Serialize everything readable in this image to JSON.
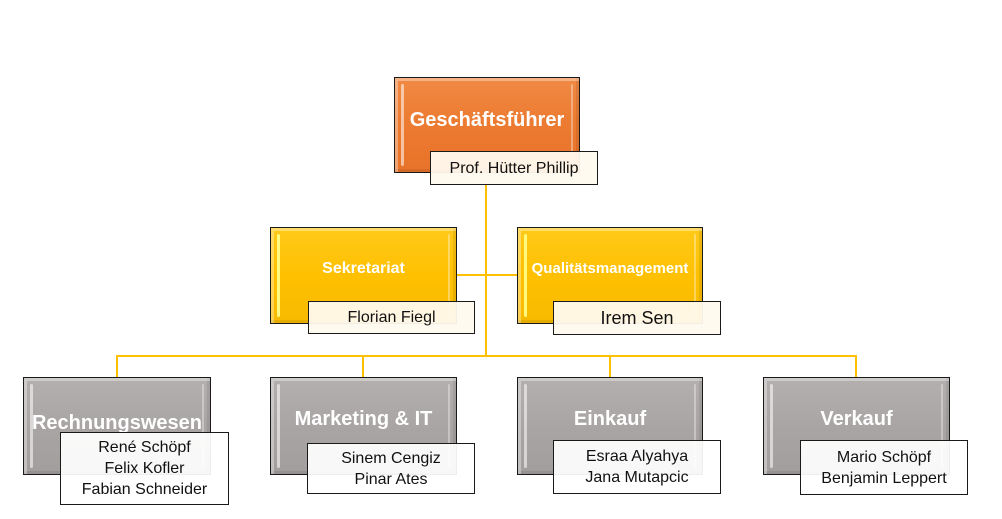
{
  "org_chart": {
    "colors": {
      "connector": "#FFC000",
      "executive": "#ED7D31",
      "staff": "#FFC000",
      "department": "#A9A5A4"
    },
    "ceo": {
      "title": "Geschäftsführer",
      "names": [
        "Prof. Hütter Phillip"
      ]
    },
    "staff": [
      {
        "title": "Sekretariat",
        "names": [
          "Florian Fiegl"
        ]
      },
      {
        "title": "Qualitätsmanagement",
        "names": [
          "Irem Sen"
        ]
      }
    ],
    "departments": [
      {
        "title": "Rechnungswesen",
        "names": [
          "René Schöpf",
          "Felix Kofler",
          "Fabian Schneider"
        ]
      },
      {
        "title": "Marketing & IT",
        "names": [
          "Sinem Cengiz",
          "Pinar Ates"
        ]
      },
      {
        "title": "Einkauf",
        "names": [
          "Esraa Alyahya",
          "Jana Mutapcic"
        ]
      },
      {
        "title": "Verkauf",
        "names": [
          "Mario Schöpf",
          "Benjamin Leppert"
        ]
      }
    ]
  }
}
